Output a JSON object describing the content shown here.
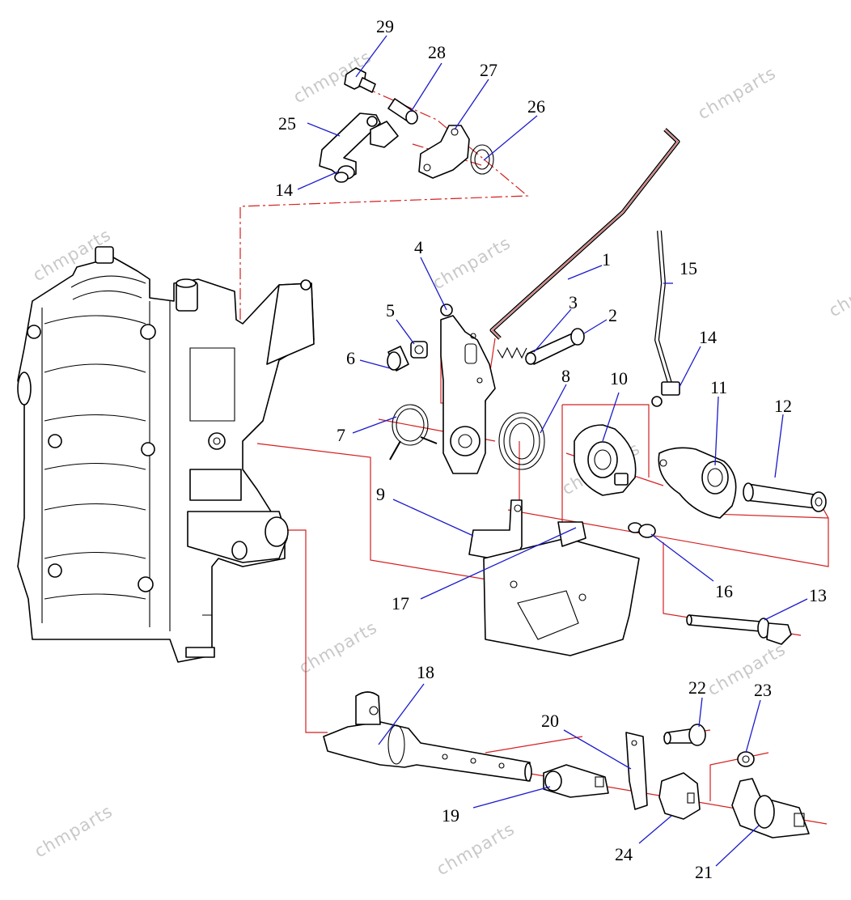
{
  "watermark": "chmparts",
  "callouts": [
    {
      "id": "1",
      "label": "1"
    },
    {
      "id": "2",
      "label": "2"
    },
    {
      "id": "3",
      "label": "3"
    },
    {
      "id": "4",
      "label": "4"
    },
    {
      "id": "5",
      "label": "5"
    },
    {
      "id": "6",
      "label": "6"
    },
    {
      "id": "7",
      "label": "7"
    },
    {
      "id": "8",
      "label": "8"
    },
    {
      "id": "9",
      "label": "9"
    },
    {
      "id": "10",
      "label": "10"
    },
    {
      "id": "11",
      "label": "11"
    },
    {
      "id": "12",
      "label": "12"
    },
    {
      "id": "13",
      "label": "13"
    },
    {
      "id": "14a",
      "label": "14"
    },
    {
      "id": "14b",
      "label": "14"
    },
    {
      "id": "15",
      "label": "15"
    },
    {
      "id": "16",
      "label": "16"
    },
    {
      "id": "17",
      "label": "17"
    },
    {
      "id": "18",
      "label": "18"
    },
    {
      "id": "19",
      "label": "19"
    },
    {
      "id": "20",
      "label": "20"
    },
    {
      "id": "21",
      "label": "21"
    },
    {
      "id": "22",
      "label": "22"
    },
    {
      "id": "23",
      "label": "23"
    },
    {
      "id": "24",
      "label": "24"
    },
    {
      "id": "25",
      "label": "25"
    },
    {
      "id": "26",
      "label": "26"
    },
    {
      "id": "27",
      "label": "27"
    },
    {
      "id": "28",
      "label": "28"
    },
    {
      "id": "29",
      "label": "29"
    }
  ],
  "colors": {
    "leader_line": "#1a1acc",
    "assembly_line": "#d42020",
    "outline": "#000000",
    "watermark": "#c8c8c8"
  }
}
